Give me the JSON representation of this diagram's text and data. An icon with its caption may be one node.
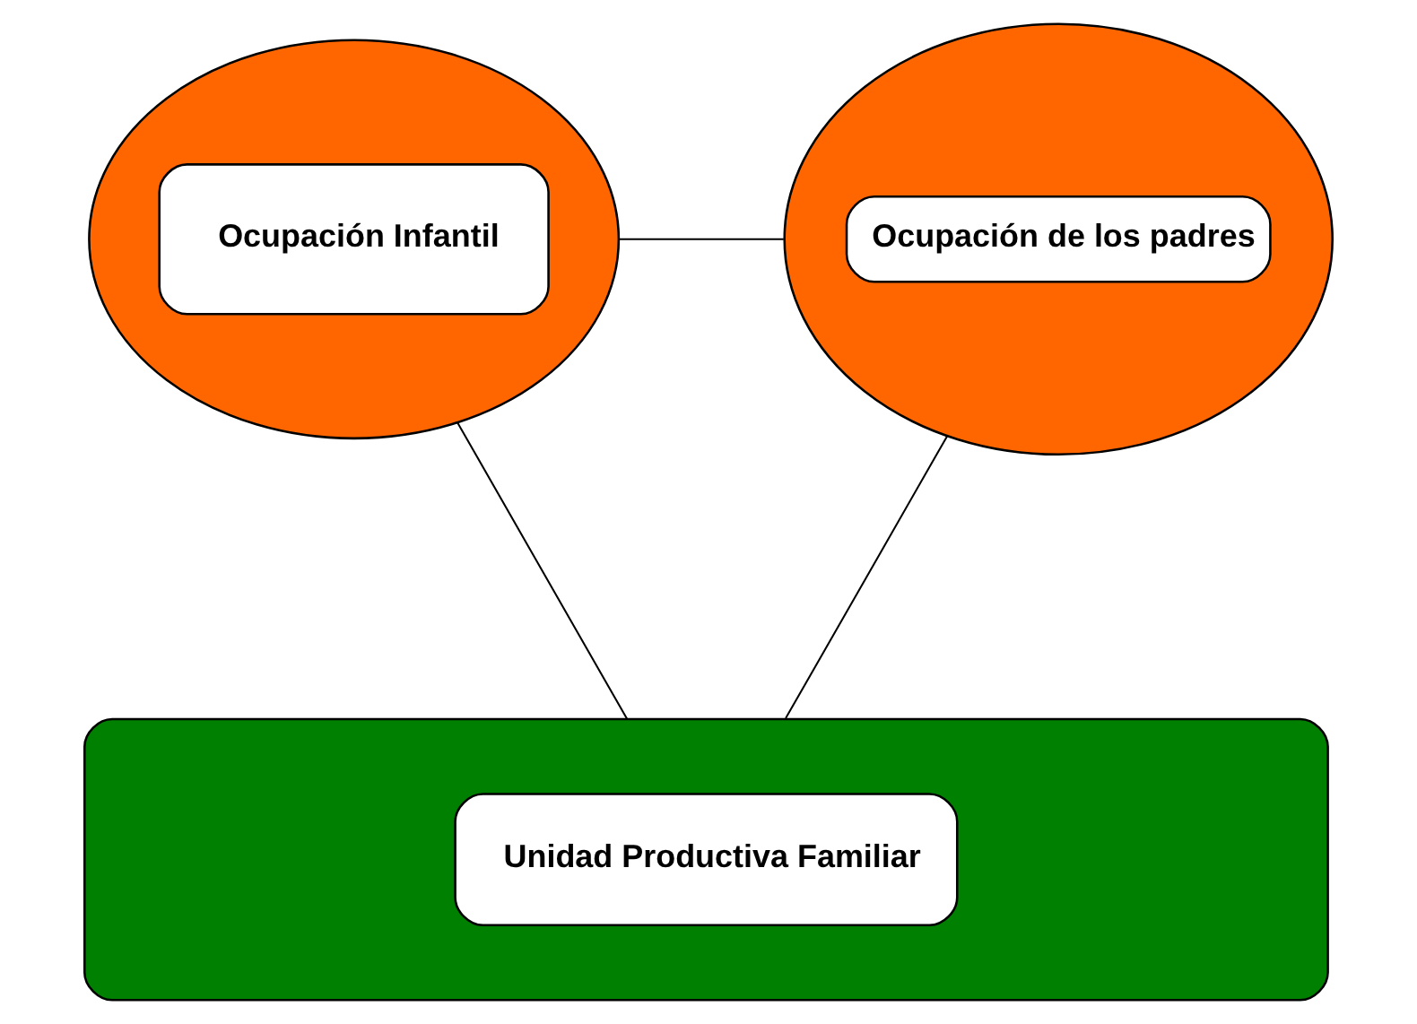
{
  "diagram": {
    "nodes": [
      {
        "text": [
          "Ocupación Infantil"
        ]
      },
      {
        "text": [
          "Ocupación de los padres"
        ]
      },
      {
        "text": [
          "Unidad Productiva Familiar"
        ]
      }
    ],
    "edges": [
      {
        "from": 0,
        "to": 1,
        "arrow": "none"
      },
      {
        "from": 0,
        "to": 2,
        "arrow": "none"
      },
      {
        "from": 1,
        "to": 2,
        "arrow": "none"
      }
    ]
  }
}
